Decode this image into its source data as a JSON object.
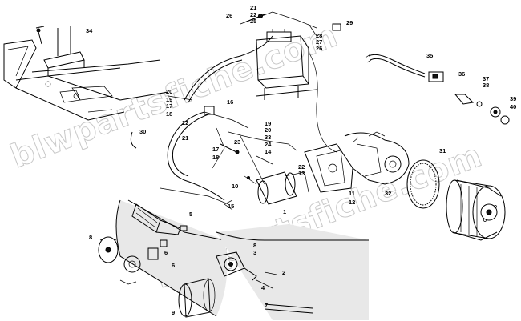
{
  "watermark": {
    "text": "blwpartsfiche.com",
    "text_repeat": "blwpartsfiche.com",
    "color": "#c8c8c8"
  },
  "callouts": [
    {
      "id": "c1",
      "text": "1"
    },
    {
      "id": "c2",
      "text": "2"
    },
    {
      "id": "c3",
      "text": "3"
    },
    {
      "id": "c4",
      "text": "4"
    },
    {
      "id": "c5",
      "text": "5"
    },
    {
      "id": "c6",
      "text": "6"
    },
    {
      "id": "c6b",
      "text": "6"
    },
    {
      "id": "c7",
      "text": "7"
    },
    {
      "id": "c8",
      "text": "8"
    },
    {
      "id": "c8b",
      "text": "8"
    },
    {
      "id": "c9",
      "text": "9"
    },
    {
      "id": "c10",
      "text": "10"
    },
    {
      "id": "c11",
      "text": "11"
    },
    {
      "id": "c12",
      "text": "12"
    },
    {
      "id": "c13",
      "text": "13"
    },
    {
      "id": "c14",
      "text": "14"
    },
    {
      "id": "c15",
      "text": "15"
    },
    {
      "id": "c16",
      "text": "16"
    },
    {
      "id": "c17",
      "text": "17"
    },
    {
      "id": "c17b",
      "text": "17"
    },
    {
      "id": "c18",
      "text": "18"
    },
    {
      "id": "c18b",
      "text": "18"
    },
    {
      "id": "c19",
      "text": "19"
    },
    {
      "id": "c19b",
      "text": "19"
    },
    {
      "id": "c20",
      "text": "20"
    },
    {
      "id": "c20b",
      "text": "20"
    },
    {
      "id": "c21",
      "text": "21"
    },
    {
      "id": "c21b",
      "text": "21"
    },
    {
      "id": "c22",
      "text": "22"
    },
    {
      "id": "c22b",
      "text": "22"
    },
    {
      "id": "c22c",
      "text": "22"
    },
    {
      "id": "c23",
      "text": "23"
    },
    {
      "id": "c24",
      "text": "24"
    },
    {
      "id": "c25",
      "text": "25"
    },
    {
      "id": "c26",
      "text": "26"
    },
    {
      "id": "c26b",
      "text": "26"
    },
    {
      "id": "c27",
      "text": "27"
    },
    {
      "id": "c28",
      "text": "28"
    },
    {
      "id": "c29",
      "text": "29"
    },
    {
      "id": "c30",
      "text": "30"
    },
    {
      "id": "c31",
      "text": "31"
    },
    {
      "id": "c32",
      "text": "32"
    },
    {
      "id": "c33",
      "text": "33"
    },
    {
      "id": "c34",
      "text": "34"
    },
    {
      "id": "c35",
      "text": "35"
    },
    {
      "id": "c36",
      "text": "36"
    },
    {
      "id": "c37",
      "text": "37"
    },
    {
      "id": "c38",
      "text": "38"
    },
    {
      "id": "c39",
      "text": "39"
    },
    {
      "id": "c40",
      "text": "40"
    }
  ]
}
